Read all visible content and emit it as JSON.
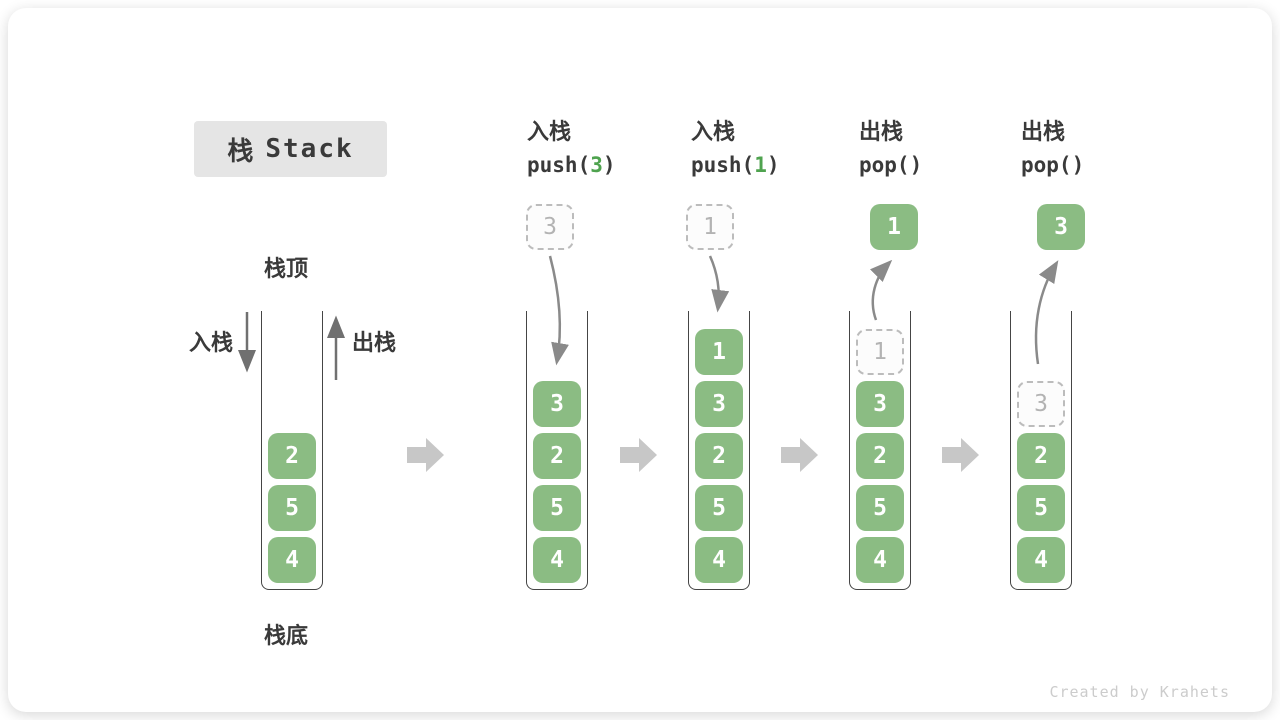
{
  "title": {
    "zh": "栈",
    "en": "Stack"
  },
  "side_labels": {
    "stack_top": "栈顶",
    "stack_bottom": "栈底",
    "push": "入栈",
    "pop": "出栈"
  },
  "steps": [
    {
      "id": "initial",
      "cells": [
        "2",
        "5",
        "4"
      ]
    },
    {
      "id": "push-3",
      "header": {
        "zh": "入栈",
        "code_pre": "push(",
        "code_arg": "3",
        "code_post": ")"
      },
      "floating": {
        "value": "3",
        "kind": "ghost"
      },
      "cells": [
        "3",
        "2",
        "5",
        "4"
      ]
    },
    {
      "id": "push-1",
      "header": {
        "zh": "入栈",
        "code_pre": "push(",
        "code_arg": "1",
        "code_post": ")"
      },
      "floating": {
        "value": "1",
        "kind": "ghost"
      },
      "cells": [
        "1",
        "3",
        "2",
        "5",
        "4"
      ]
    },
    {
      "id": "pop-1",
      "header": {
        "zh": "出栈",
        "code_pre": "pop()",
        "code_arg": "",
        "code_post": ""
      },
      "floating": {
        "value": "1",
        "kind": "solid"
      },
      "ghost_cell": "1",
      "cells": [
        "3",
        "2",
        "5",
        "4"
      ]
    },
    {
      "id": "pop-3",
      "header": {
        "zh": "出栈",
        "code_pre": "pop()",
        "code_arg": "",
        "code_post": ""
      },
      "floating": {
        "value": "3",
        "kind": "solid"
      },
      "ghost_cell": "3",
      "cells": [
        "2",
        "5",
        "4"
      ]
    }
  ],
  "footer": {
    "credit": "Created by Krahets"
  },
  "colors": {
    "cell_green": "#8bbc83",
    "accent_green": "#4fa34f",
    "flow_arrow_gray": "#c7c7c7",
    "line_arrow_gray": "#8a8a8a",
    "ghost_gray": "#bcbcbc",
    "ink": "#3a3a3a"
  }
}
